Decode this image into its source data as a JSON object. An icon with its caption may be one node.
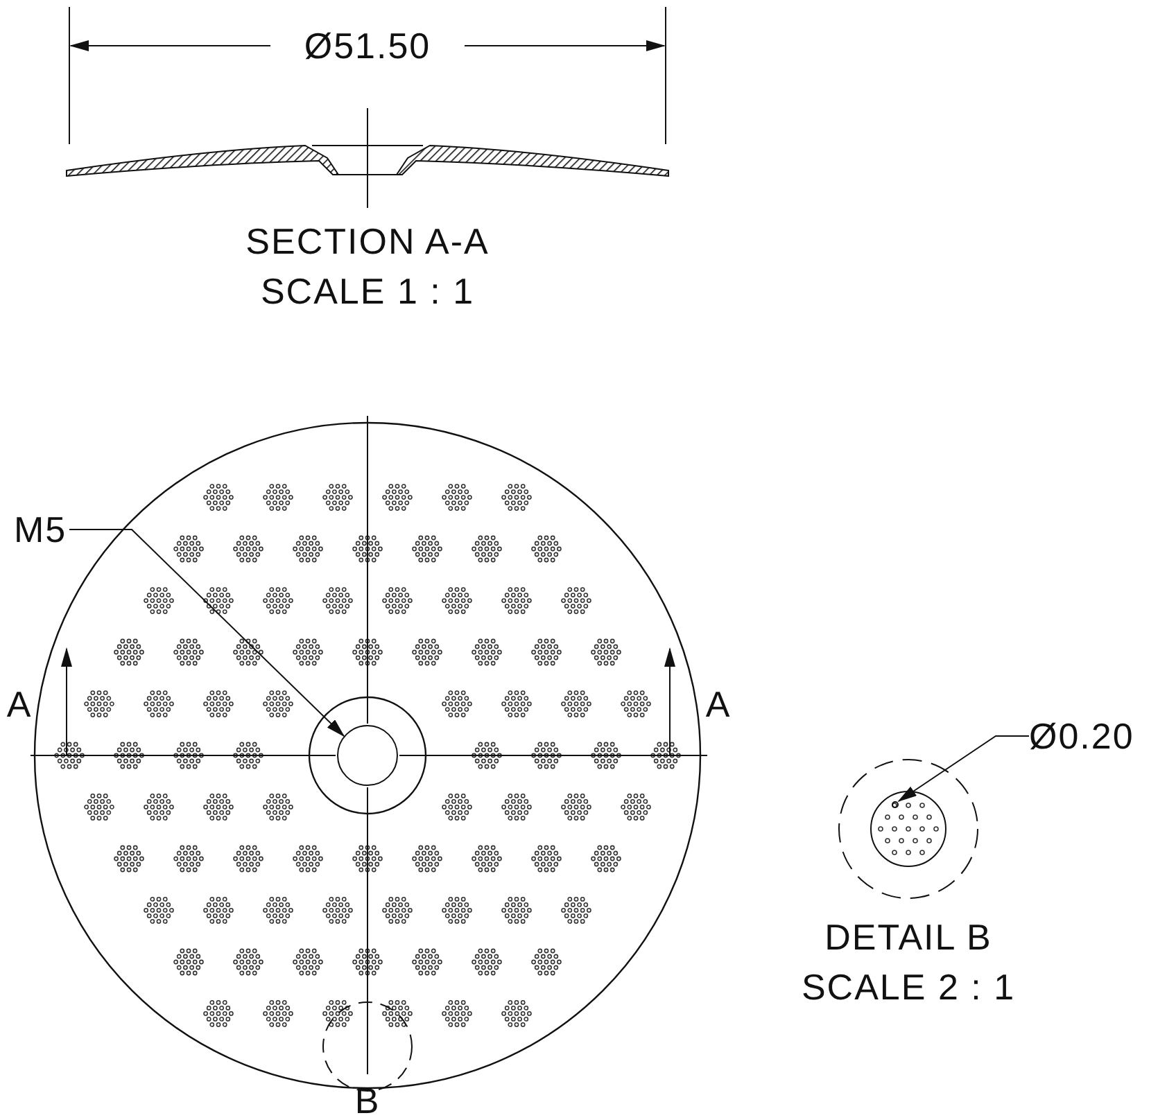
{
  "diagram": {
    "nodes": [
      {
        "text": [
          "M5"
        ]
      },
      {
        "text": [],
        "shape": "circle"
      },
      {
        "text": [
          "Ø0.20"
        ]
      },
      {
        "text": [],
        "shape": "circle"
      }
    ],
    "edges": [
      {
        "from": 0,
        "to": 1,
        "arrow": "to"
      },
      {
        "from": 2,
        "to": 3,
        "arrow": "to"
      }
    ],
    "labels": [
      "Ø51.50",
      "SECTION A-A",
      "SCALE 1 : 1",
      "A",
      "A",
      "B",
      "DETAIL B",
      "SCALE 2 : 1"
    ]
  }
}
